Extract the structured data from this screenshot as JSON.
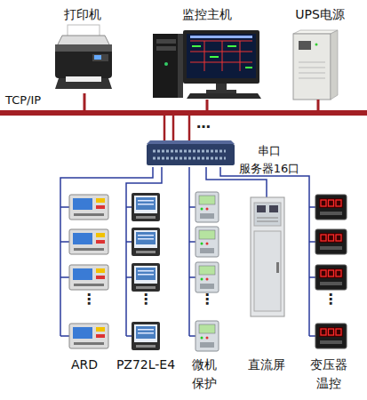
{
  "diagram": {
    "nodes": [
      {
        "text": [
          "打印机"
        ]
      },
      {
        "text": [
          "监控主机"
        ]
      },
      {
        "text": [
          "UPS电源"
        ]
      },
      {
        "text": [
          "TCP/IP"
        ]
      },
      {
        "text": [
          "串口 服务器16口"
        ]
      },
      {
        "text": [
          "ARD"
        ]
      },
      {
        "text": [
          "PZ72L-E4"
        ]
      },
      {
        "text": [
          "微机 保护"
        ]
      },
      {
        "text": [
          "直流屏"
        ]
      },
      {
        "text": [
          "变压器 温控"
        ]
      }
    ],
    "edges": [
      {
        "from": 0,
        "to": 3,
        "arrow": "none"
      },
      {
        "from": 1,
        "to": 3,
        "arrow": "none"
      },
      {
        "from": 2,
        "to": 3,
        "arrow": "none"
      },
      {
        "from": 3,
        "to": 4,
        "arrow": "none"
      },
      {
        "from": 3,
        "to": 4,
        "arrow": "none"
      },
      {
        "from": 3,
        "to": 4,
        "arrow": "none"
      },
      {
        "from": 4,
        "to": 5,
        "arrow": "none"
      },
      {
        "from": 4,
        "to": 6,
        "arrow": "none"
      },
      {
        "from": 4,
        "to": 7,
        "arrow": "none"
      },
      {
        "from": 4,
        "to": 8,
        "arrow": "none"
      },
      {
        "from": 4,
        "to": 9,
        "arrow": "none"
      }
    ],
    "labels": [
      "…",
      "⋮",
      "⋮",
      "⋮",
      "⋮"
    ]
  }
}
